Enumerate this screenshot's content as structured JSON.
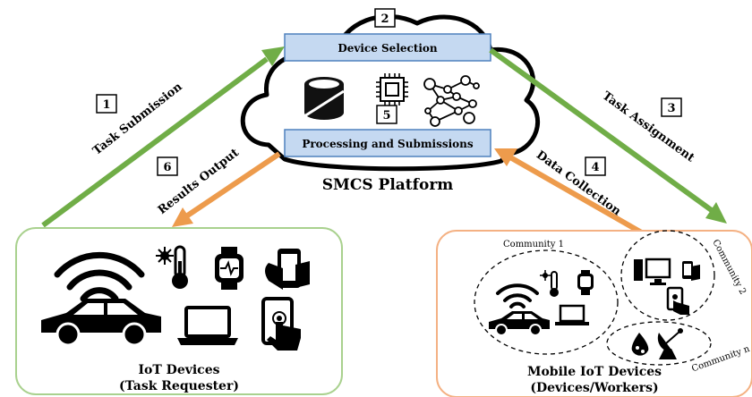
{
  "platform": {
    "title": "SMCS Platform",
    "device_selection": "Device Selection",
    "processing": "Processing and Submissions"
  },
  "steps": {
    "s1": "1",
    "s2": "2",
    "s3": "3",
    "s4": "4",
    "s5": "5",
    "s6": "6"
  },
  "arrows": {
    "task_submission": "Task Submission",
    "task_assignment": "Task Assignment",
    "results_output": "Results Output",
    "data_collection": "Data Collection"
  },
  "requester": {
    "title": "IoT Devices",
    "subtitle": "(Task Requester)"
  },
  "workers": {
    "title": "Mobile IoT Devices",
    "subtitle": "(Devices/Workers)",
    "community1": "Community 1",
    "community2": "Community 2",
    "communityn": "Community n"
  },
  "colors": {
    "green_arrow": "#70ad47",
    "orange_arrow": "#ed9b4c",
    "green_box": "#a9d18e",
    "orange_box": "#f4b183",
    "header_fill": "#c5d9f1",
    "header_stroke": "#4f81bd"
  },
  "icons": [
    "database-icon",
    "cpu-chip-icon",
    "neural-network-icon",
    "wifi-icon",
    "car-icon",
    "thermometer-icon",
    "smartwatch-icon",
    "phone-hand-icon",
    "laptop-icon",
    "touch-phone-icon",
    "desktop-icon",
    "drop-icon",
    "satellite-dish-icon"
  ]
}
